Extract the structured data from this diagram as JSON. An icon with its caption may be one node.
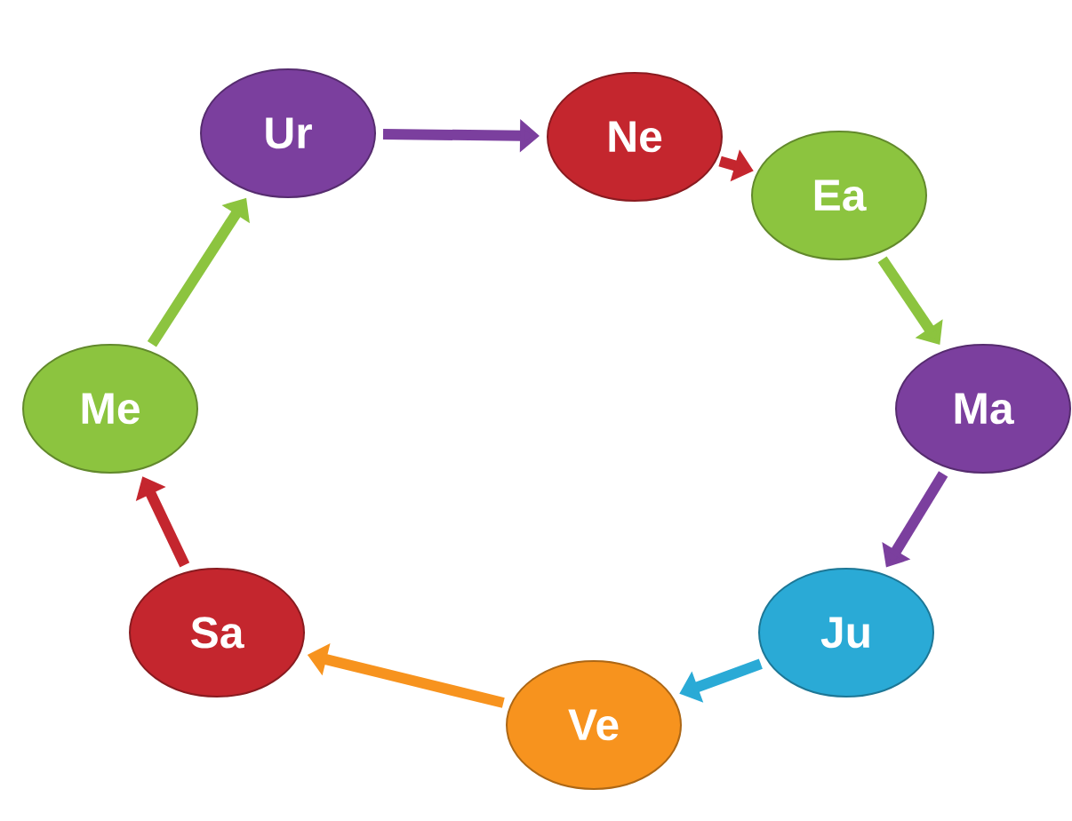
{
  "diagram": {
    "nodes": [
      {
        "text": [
          "Ne"
        ]
      },
      {
        "text": [
          "Ea"
        ]
      },
      {
        "text": [
          "Ma"
        ]
      },
      {
        "text": [
          "Ju"
        ]
      },
      {
        "text": [
          "Ve"
        ]
      },
      {
        "text": [
          "Sa"
        ]
      },
      {
        "text": [
          "Me"
        ]
      },
      {
        "text": [
          "Ur"
        ]
      }
    ],
    "edges": [
      {
        "from": 7,
        "to": 0,
        "arrow": "to",
        "color": "#7b3f9e"
      },
      {
        "from": 0,
        "to": 1,
        "arrow": "to",
        "color": "#c4262e"
      },
      {
        "from": 1,
        "to": 2,
        "arrow": "to",
        "color": "#8cc43f"
      },
      {
        "from": 2,
        "to": 3,
        "arrow": "to",
        "color": "#7b3f9e"
      },
      {
        "from": 3,
        "to": 4,
        "arrow": "to",
        "color": "#2aaad6"
      },
      {
        "from": 4,
        "to": 5,
        "arrow": "to",
        "color": "#f7931e"
      },
      {
        "from": 5,
        "to": 6,
        "arrow": "to",
        "color": "#c4262e"
      },
      {
        "from": 6,
        "to": 7,
        "arrow": "to",
        "color": "#8cc43f"
      }
    ]
  }
}
